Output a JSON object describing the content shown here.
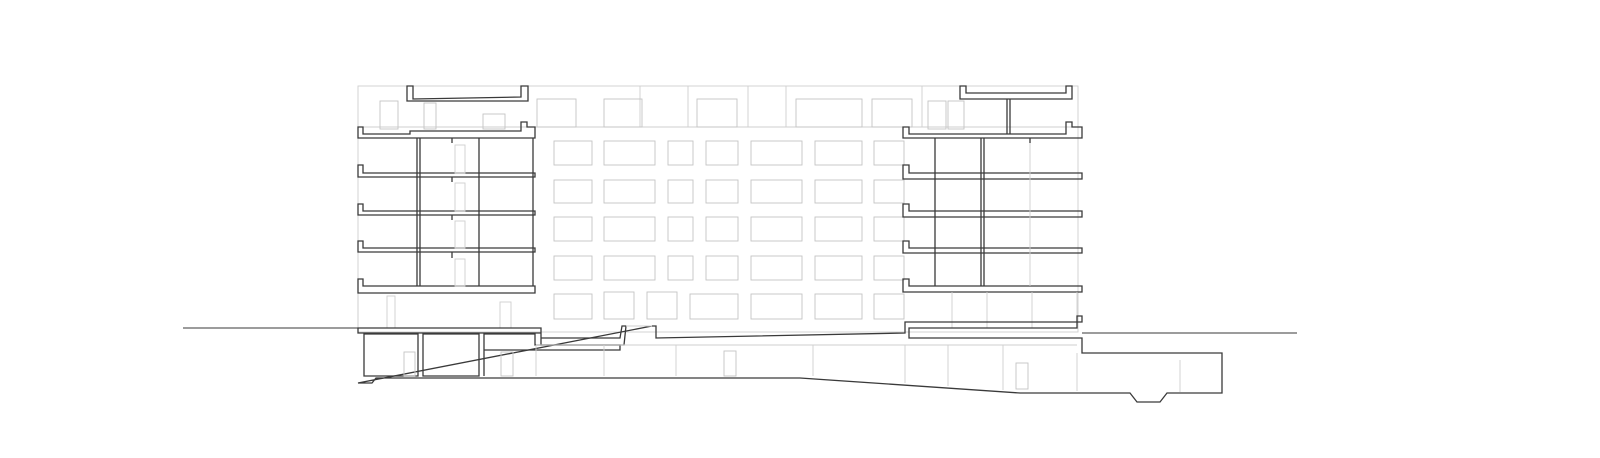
{
  "drawing": {
    "type": "building-section",
    "above_ground_floors": 5,
    "basement_levels": 1,
    "colors": {
      "cut_line": "#3a3a3a",
      "elevation_line": "#cfcfcf",
      "window_line": "#c4c4c4",
      "background": "#ffffff"
    }
  }
}
